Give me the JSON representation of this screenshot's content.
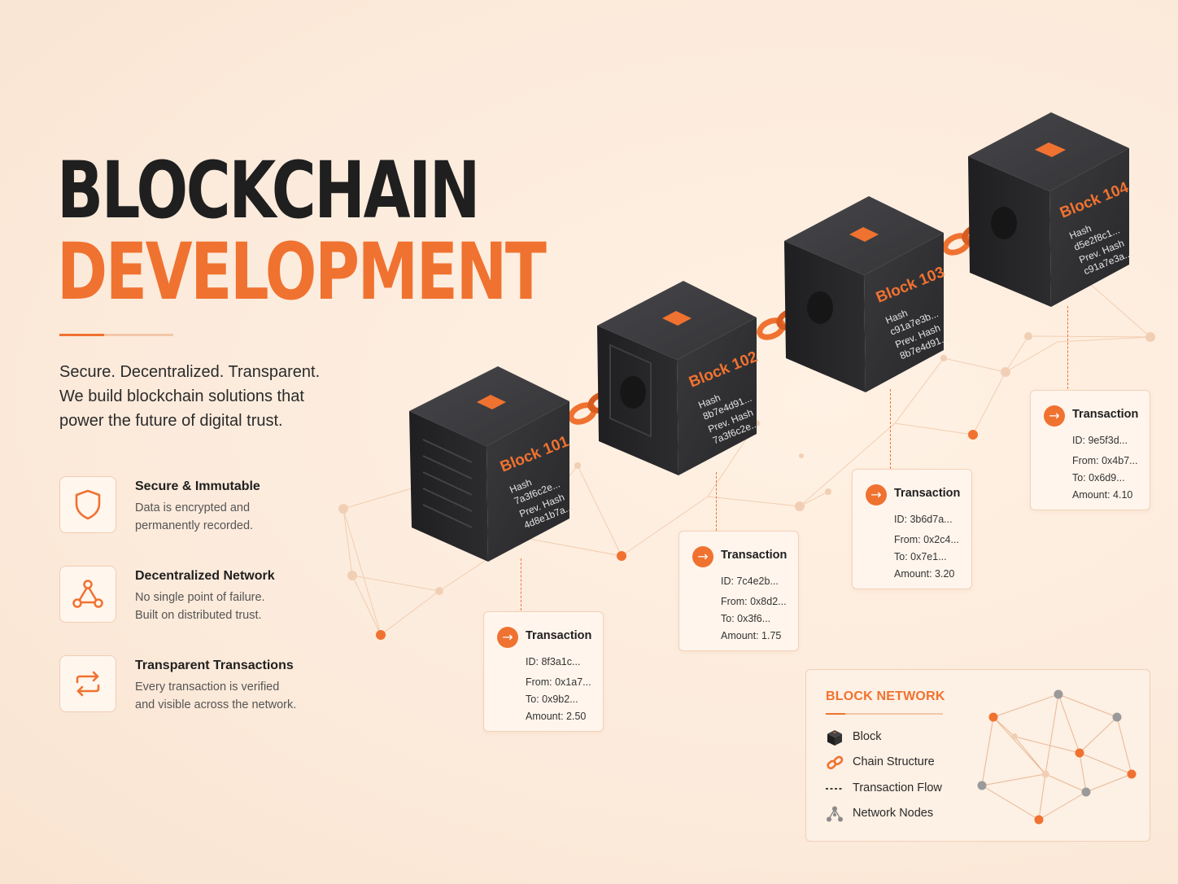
{
  "title": {
    "line1": "BLOCKCHAIN",
    "line2": "DEVELOPMENT"
  },
  "tagline": [
    "Secure. Decentralized. Transparent.",
    "We build blockchain solutions that",
    "power the future of digital trust."
  ],
  "features": [
    {
      "icon": "shield-icon",
      "title": "Secure & Immutable",
      "desc": [
        "Data is encrypted and",
        "permanently recorded."
      ]
    },
    {
      "icon": "network-icon",
      "title": "Decentralized Network",
      "desc": [
        "No single point of failure.",
        "Built on distributed trust."
      ]
    },
    {
      "icon": "repeat-icon",
      "title": "Transparent Transactions",
      "desc": [
        "Every transaction is verified",
        "and visible across the network."
      ]
    }
  ],
  "blocks": [
    {
      "name": "Block 101",
      "hash_label": "Hash",
      "hash": "7a3f6c2e...",
      "prev_label": "Prev. Hash",
      "prev": "4d8e1b7a..."
    },
    {
      "name": "Block 102",
      "hash_label": "Hash",
      "hash": "8b7e4d91...",
      "prev_label": "Prev. Hash",
      "prev": "7a3f6c2e..."
    },
    {
      "name": "Block 103",
      "hash_label": "Hash",
      "hash": "c91a7e3b...",
      "prev_label": "Prev. Hash",
      "prev": "8b7e4d91..."
    },
    {
      "name": "Block 104",
      "hash_label": "Hash",
      "hash": "d5e2f8c1...",
      "prev_label": "Prev. Hash",
      "prev": "c91a7e3a..."
    }
  ],
  "transactions": [
    {
      "title": "Transaction",
      "id": "ID: 8f3a1c...",
      "from": "From: 0x1a7...",
      "to": "To: 0x9b2...",
      "amount": "Amount: 2.50"
    },
    {
      "title": "Transaction",
      "id": "ID: 7c4e2b...",
      "from": "From: 0x8d2...",
      "to": "To: 0x3f6...",
      "amount": "Amount: 1.75"
    },
    {
      "title": "Transaction",
      "id": "ID: 3b6d7a...",
      "from": "From: 0x2c4...",
      "to": "To: 0x7e1...",
      "amount": "Amount: 3.20"
    },
    {
      "title": "Transaction",
      "id": "ID: 9e5f3d...",
      "from": "From: 0x4b7...",
      "to": "To: 0x6d9...",
      "amount": "Amount: 4.10"
    }
  ],
  "legend": {
    "title": "BLOCK NETWORK",
    "items": [
      {
        "icon": "cube-icon",
        "label": "Block"
      },
      {
        "icon": "chain-link-icon",
        "label": "Chain Structure"
      },
      {
        "icon": "dashed-line-icon",
        "label": "Transaction Flow"
      },
      {
        "icon": "network-nodes-icon",
        "label": "Network Nodes"
      }
    ]
  },
  "colors": {
    "accent": "#f07230",
    "dark": "#2b2b2d",
    "background": "#fcebdc"
  }
}
